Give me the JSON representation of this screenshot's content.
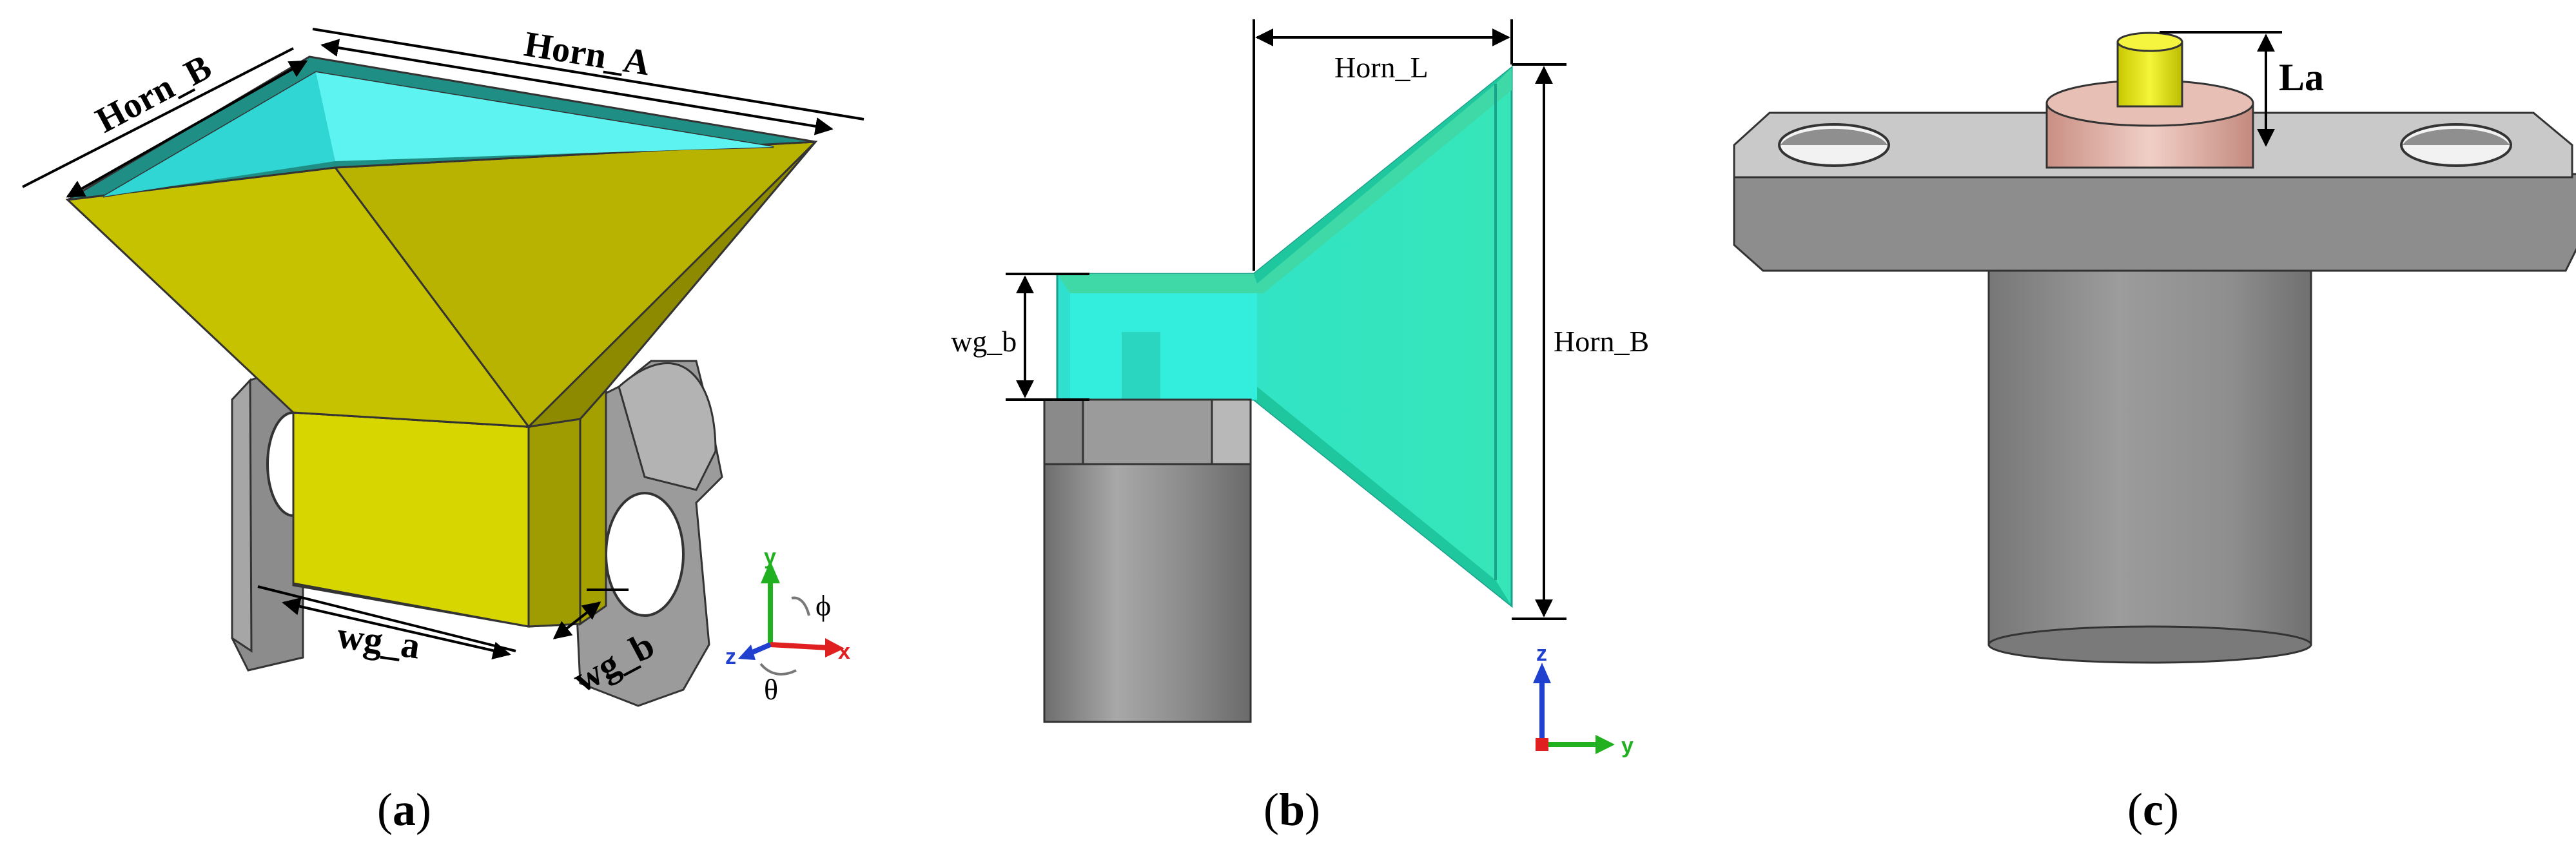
{
  "panels": [
    {
      "id": "a",
      "caption_open": "(",
      "caption_letter": "a",
      "caption_close": ")",
      "labels": {
        "horn_b": "Horn_B",
        "horn_a": "Horn_A",
        "wg_a": "wg_a",
        "wg_b": "wg_b"
      },
      "axes": {
        "y": "y",
        "x": "x",
        "z": "z",
        "phi": "ϕ",
        "theta": "θ"
      }
    },
    {
      "id": "b",
      "caption_open": "(",
      "caption_letter": "b",
      "caption_close": ")",
      "labels": {
        "horn_l": "Horn_L",
        "wg_b": "wg_b",
        "horn_b": "Horn_B"
      },
      "axes": {
        "z": "z",
        "y": "y"
      }
    },
    {
      "id": "c",
      "caption_open": "(",
      "caption_letter": "c",
      "caption_close": ")",
      "labels": {
        "la": "La"
      }
    }
  ],
  "colors": {
    "horn_outer": "#a9a400",
    "horn_inner": "#39ecea",
    "horn_rim": "#1f8f86",
    "waveguide": "#d8d600",
    "metal": "#8e8e8e",
    "metal_light": "#bdbdbd",
    "pin": "#e3e300",
    "disc": "#d9a79c",
    "horn_side_view": "#35e7c0",
    "axis_x": "#e02020",
    "axis_y": "#20b020",
    "axis_z": "#2040d0"
  }
}
